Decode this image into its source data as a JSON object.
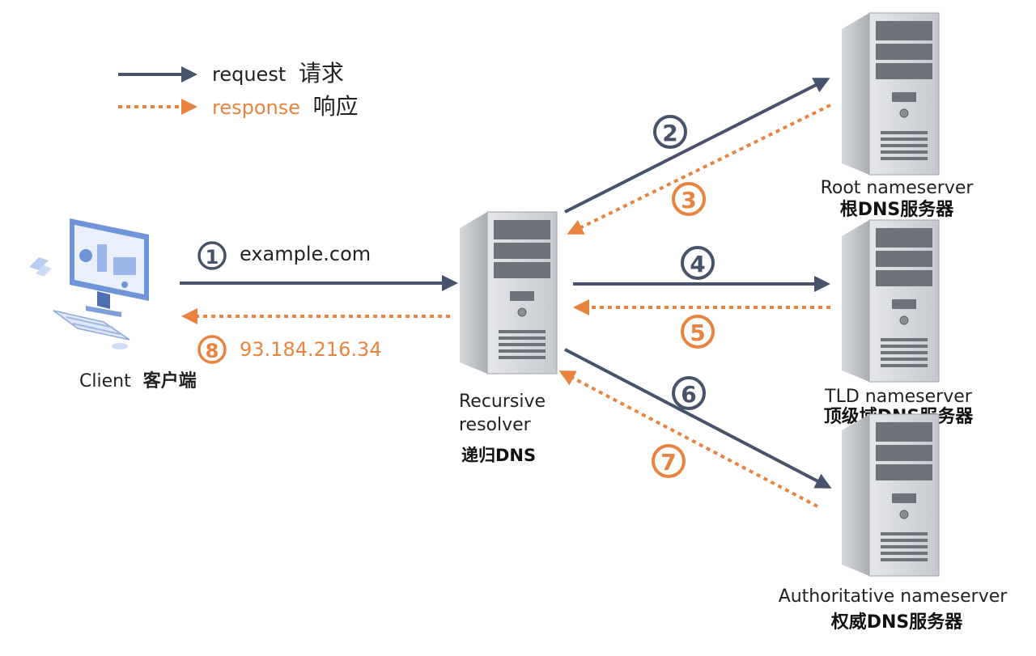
{
  "legend": {
    "request_en": "request",
    "request_zh": "请求",
    "response_en": "response",
    "response_zh": "响应"
  },
  "client": {
    "name_en": "Client",
    "name_zh": "客户端"
  },
  "resolver": {
    "line1": "Recursive",
    "line2": "resolver",
    "name_zh": "递归DNS"
  },
  "root_server": {
    "name_en": "Root nameserver",
    "name_zh": "根DNS服务器"
  },
  "tld_server": {
    "name_en": "TLD nameserver",
    "name_zh": "顶级域DNS服务器"
  },
  "auth_server": {
    "name_en": "Authoritative nameserver",
    "name_zh": "权威DNS服务器"
  },
  "steps": {
    "s1": "1",
    "s2": "2",
    "s3": "3",
    "s4": "4",
    "s5": "5",
    "s6": "6",
    "s7": "7",
    "s8": "8"
  },
  "query_domain": "example.com",
  "answer_ip": "93.184.216.34",
  "colors": {
    "request": "#46536b",
    "response": "#e8843f",
    "server_body": "#c9ccd1",
    "server_dark": "#6e737b",
    "monitor": "#6f95d8"
  }
}
